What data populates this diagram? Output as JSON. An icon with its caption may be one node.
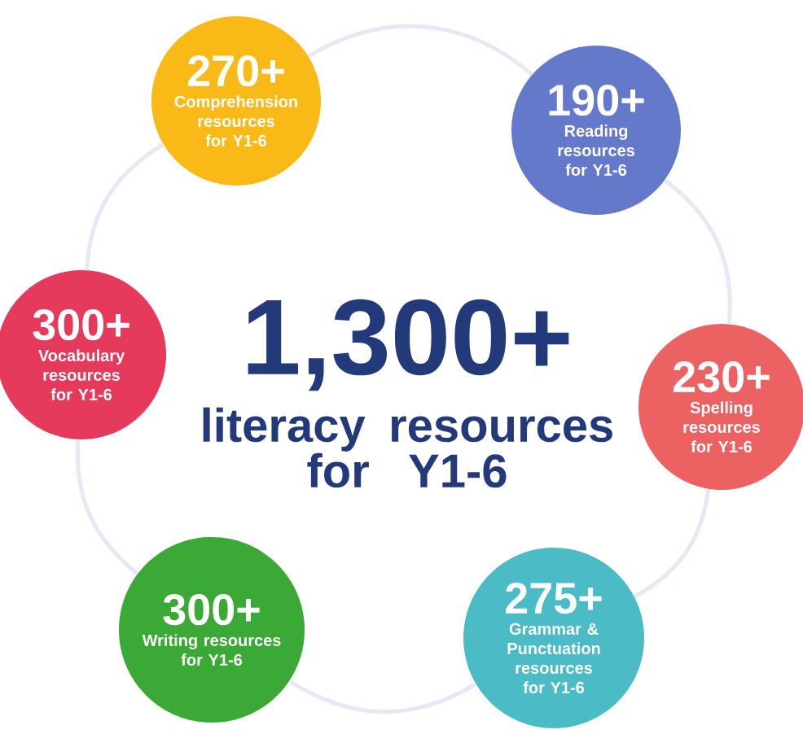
{
  "diagram": {
    "nodes": [
      {
        "text": [
          "270+",
          "Comprehension resources for Y1-6"
        ]
      },
      {
        "text": [
          "190+",
          "Reading resources for Y1-6"
        ]
      },
      {
        "text": [
          "300+",
          "Vocabulary resources for Y1-6"
        ]
      },
      {
        "text": [
          "230+",
          "Spelling resources for Y1-6"
        ]
      },
      {
        "text": [
          "300+",
          "Writing resources for Y1-6"
        ]
      },
      {
        "text": [
          "275+",
          "Grammar & Punctuation resources for Y1-6"
        ]
      }
    ],
    "edges": [
      {
        "from": 0,
        "to": 1,
        "arrow": "none"
      },
      {
        "from": 1,
        "to": 3,
        "arrow": "none"
      },
      {
        "from": 3,
        "to": 5,
        "arrow": "none"
      },
      {
        "from": 5,
        "to": 4,
        "arrow": "none"
      },
      {
        "from": 4,
        "to": 2,
        "arrow": "none"
      },
      {
        "from": 2,
        "to": 0,
        "arrow": "none"
      }
    ],
    "labels": [
      "1,300+",
      "literacy resources for Y1-6"
    ]
  }
}
